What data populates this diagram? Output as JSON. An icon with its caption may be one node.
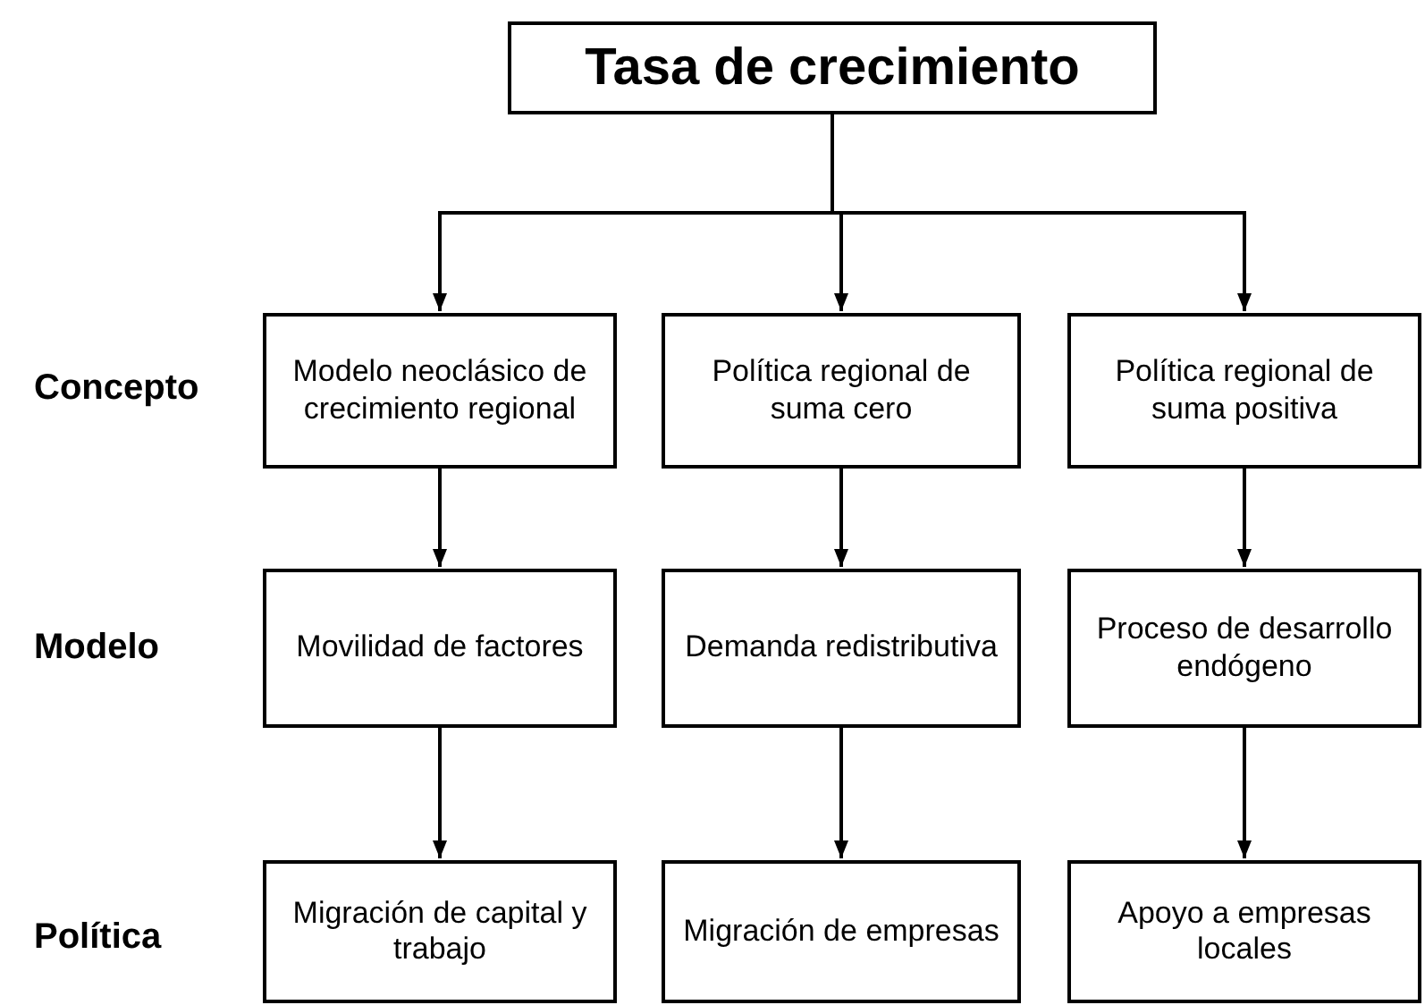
{
  "diagram": {
    "nodes": [
      {
        "text": [
          "Tasa de crecimiento"
        ]
      },
      {
        "text": [
          "Modelo neoclásico de crecimiento regional"
        ]
      },
      {
        "text": [
          "Política regional de suma cero"
        ]
      },
      {
        "text": [
          "Política regional de suma positiva"
        ]
      },
      {
        "text": [
          "Movilidad de factores"
        ]
      },
      {
        "text": [
          "Demanda redistributiva"
        ]
      },
      {
        "text": [
          "Proceso de desarrollo endógeno"
        ]
      },
      {
        "text": [
          "Migración de capital y trabajo"
        ]
      },
      {
        "text": [
          "Migración de empresas"
        ]
      },
      {
        "text": [
          "Apoyo a empresas locales"
        ]
      }
    ],
    "edges": [
      {
        "from": 0,
        "to": 1,
        "arrow": "to"
      },
      {
        "from": 0,
        "to": 2,
        "arrow": "to"
      },
      {
        "from": 0,
        "to": 3,
        "arrow": "to"
      },
      {
        "from": 1,
        "to": 4,
        "arrow": "to"
      },
      {
        "from": 2,
        "to": 5,
        "arrow": "to"
      },
      {
        "from": 3,
        "to": 6,
        "arrow": "to"
      },
      {
        "from": 4,
        "to": 7,
        "arrow": "to"
      },
      {
        "from": 5,
        "to": 8,
        "arrow": "to"
      },
      {
        "from": 6,
        "to": 9,
        "arrow": "to"
      }
    ],
    "labels": [
      "Concepto",
      "Modelo",
      "Política"
    ]
  }
}
